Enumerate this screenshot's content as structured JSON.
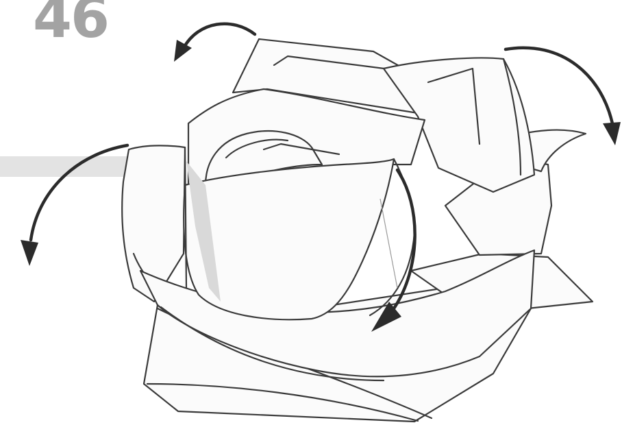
{
  "step": {
    "number": "46"
  },
  "colors": {
    "step_number": "#a3a3a3",
    "outline": "#3a3a3a",
    "arrow": "#2b2b2b",
    "paper": "#fbfbfb",
    "shading": "#d9d9d9",
    "background": "#ffffff"
  },
  "icons": {
    "arrows": [
      "curved-arrow-top-left",
      "curved-arrow-top-right",
      "curved-arrow-left",
      "curved-arrow-center"
    ]
  }
}
